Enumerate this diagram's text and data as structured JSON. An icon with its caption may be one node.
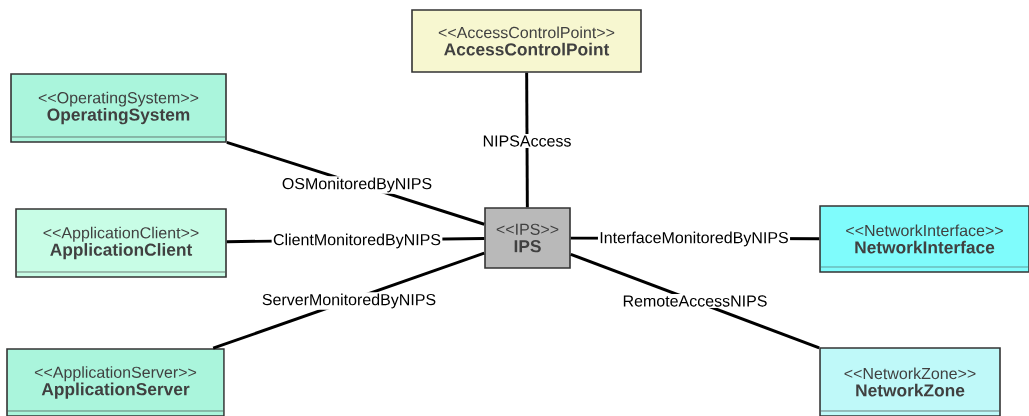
{
  "diagram": {
    "nodes": [
      {
        "text": [
          "<<AccessControlPoint>>",
          "AccessControlPoint"
        ]
      },
      {
        "text": [
          "<<OperatingSystem>>",
          "OperatingSystem"
        ]
      },
      {
        "text": [
          "<<ApplicationClient>>",
          "ApplicationClient"
        ]
      },
      {
        "text": [
          "<<IPS>>",
          "IPS"
        ]
      },
      {
        "text": [
          "<<NetworkInterface>>",
          "NetworkInterface"
        ]
      },
      {
        "text": [
          "<<ApplicationServer>>",
          "ApplicationServer"
        ]
      },
      {
        "text": [
          "<<NetworkZone>>",
          "NetworkZone"
        ]
      }
    ],
    "edges": [
      {
        "from": 0,
        "to": 3,
        "arrow": "none",
        "label": "NIPSAccess"
      },
      {
        "from": 1,
        "to": 3,
        "arrow": "none",
        "label": "OSMonitoredByNIPS"
      },
      {
        "from": 2,
        "to": 3,
        "arrow": "none",
        "label": "ClientMonitoredByNIPS"
      },
      {
        "from": 3,
        "to": 4,
        "arrow": "none",
        "label": "InterfaceMonitoredByNIPS"
      },
      {
        "from": 5,
        "to": 3,
        "arrow": "none",
        "label": "ServerMonitoredByNIPS"
      },
      {
        "from": 3,
        "to": 6,
        "arrow": "none",
        "label": "RemoteAccessNIPS"
      }
    ]
  }
}
